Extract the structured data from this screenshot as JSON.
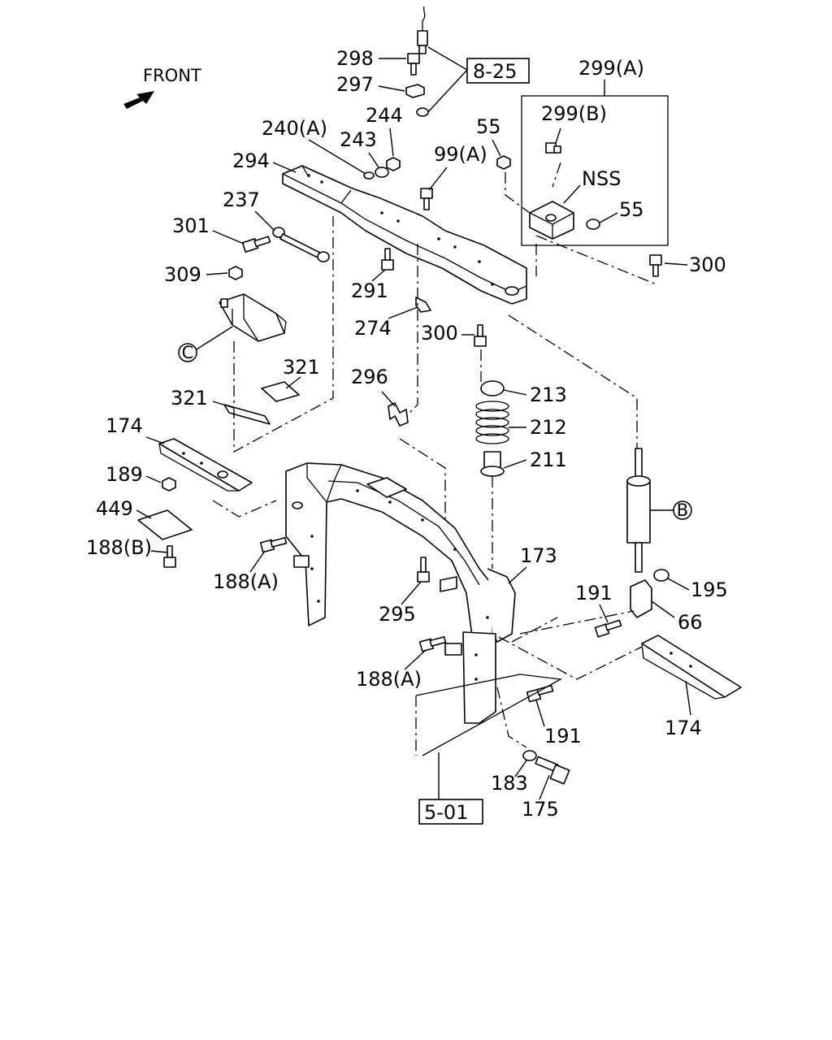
{
  "direction_label": "FRONT",
  "reference_boxes": [
    "8-25",
    "5-01"
  ],
  "group_labels": [
    "299(A)",
    "299(B)",
    "NSS"
  ],
  "circle_refs": [
    "B",
    "C"
  ],
  "callouts": [
    "298",
    "297",
    "244",
    "243",
    "240(A)",
    "294",
    "237",
    "301",
    "309",
    "99(A)",
    "55",
    "55",
    "300",
    "291",
    "274",
    "300",
    "213",
    "212",
    "211",
    "296",
    "321",
    "321",
    "174",
    "189",
    "449",
    "188(B)",
    "188(A)",
    "295",
    "173",
    "191",
    "195",
    "66",
    "188(A)",
    "191",
    "174",
    "183",
    "175"
  ]
}
